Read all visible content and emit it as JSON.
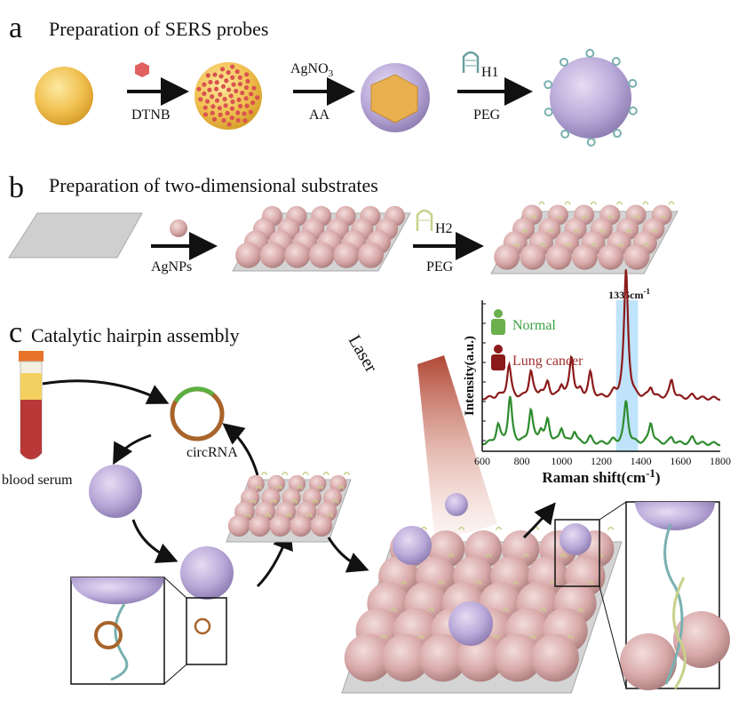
{
  "panel_a": {
    "letter": "a",
    "title": "Preparation of SERS probes",
    "step1": "DTNB",
    "step2_top": "AgNO",
    "step2_sub": "3",
    "step2_bottom": "AA",
    "step3_top": "H1",
    "step3_bottom": "PEG"
  },
  "panel_b": {
    "letter": "b",
    "title": "Preparation of two-dimensional substrates",
    "step1": "AgNPs",
    "step2_top": "H2",
    "step2_bottom": "PEG"
  },
  "panel_c": {
    "letter": "c",
    "title": "Catalytic hairpin assembly",
    "circ_label": "circRNA",
    "serum_label": "blood serum",
    "laser_label": "Laser"
  },
  "colors": {
    "gold": "#f0c050",
    "probe": "#b8a8d8",
    "agnp": "#d8a8a8",
    "normal": "#2e8b2e",
    "cancer": "#8b1a1a",
    "highlight": "#bfe3fa"
  },
  "chart_data": {
    "type": "line",
    "xlabel": "Raman shift(cm",
    "xlabel_sup": "-1",
    "xlabel_close": ")",
    "ylabel": "Intensity(a.u.)",
    "xlim": [
      600,
      1800
    ],
    "xticks": [
      "600",
      "800",
      "1000",
      "1200",
      "1400",
      "1600",
      "1800"
    ],
    "highlight_label": "1335cm",
    "highlight_sup": "-1",
    "highlight_range": [
      1275,
      1385
    ],
    "legend": [
      {
        "name": "Normal"
      },
      {
        "name": "Lung cancer"
      }
    ],
    "series": [
      {
        "name": "Lung cancer",
        "offset": 0.35,
        "peaks": [
          [
            680,
            0.02
          ],
          [
            735,
            0.22
          ],
          [
            845,
            0.18
          ],
          [
            895,
            0.04
          ],
          [
            930,
            0.1
          ],
          [
            1000,
            0.08
          ],
          [
            1050,
            0.27
          ],
          [
            1095,
            0.04
          ],
          [
            1145,
            0.16
          ],
          [
            1265,
            0.03
          ],
          [
            1325,
            0.85
          ],
          [
            1450,
            0.07
          ],
          [
            1555,
            0.12
          ],
          [
            1660,
            0.02
          ]
        ]
      },
      {
        "name": "Normal",
        "offset": 0.05,
        "peaks": [
          [
            680,
            0.12
          ],
          [
            740,
            0.3
          ],
          [
            845,
            0.22
          ],
          [
            895,
            0.08
          ],
          [
            930,
            0.15
          ],
          [
            1000,
            0.1
          ],
          [
            1065,
            0.08
          ],
          [
            1145,
            0.04
          ],
          [
            1260,
            0.02
          ],
          [
            1325,
            0.28
          ],
          [
            1450,
            0.14
          ],
          [
            1555,
            0.04
          ],
          [
            1660,
            0.04
          ]
        ]
      }
    ]
  }
}
